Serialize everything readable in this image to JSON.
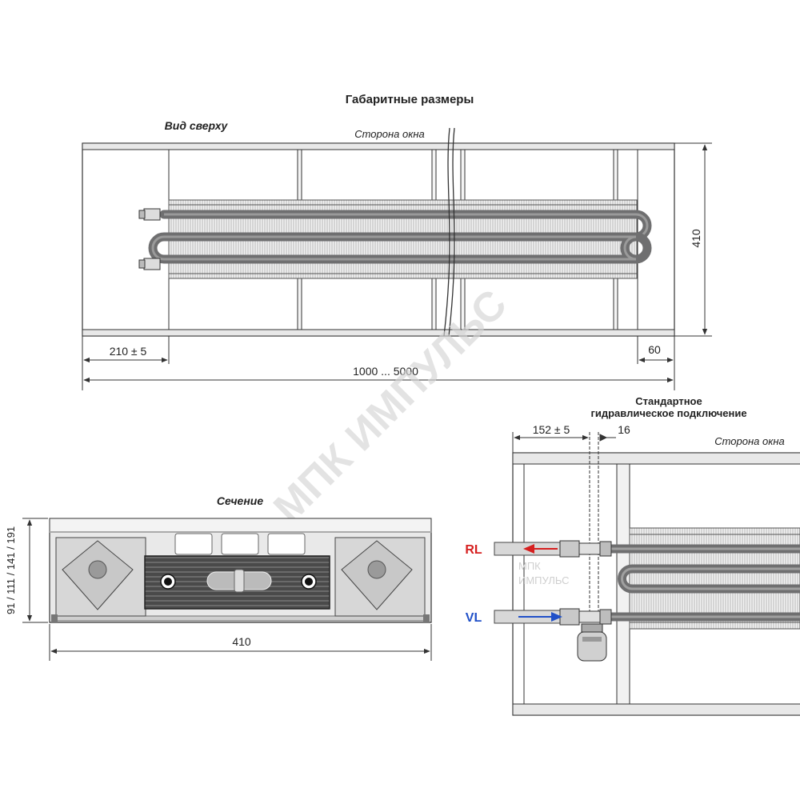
{
  "title": "Габаритные размеры",
  "top_view": {
    "label": "Вид сверху",
    "window_side": "Сторона окна",
    "dim_height": "410",
    "dim_left": "210 ± 5",
    "dim_right": "60",
    "dim_length": "1000 ... 5000"
  },
  "section": {
    "label": "Сечение",
    "dim_heights": "91 / 111 / 141 / 191",
    "dim_width": "410"
  },
  "hydraulic": {
    "label_line1": "Стандартное",
    "label_line2": "гидравлическое подключение",
    "window_side": "Сторона окна",
    "dim_offset": "152 ± 5",
    "dim_small": "16",
    "rl": "RL",
    "vl": "VL"
  },
  "watermark": {
    "main": "МПК ИМПУЛЬС",
    "logo_line1": "МПК",
    "logo_line2": "ИМПУЛЬС"
  },
  "colors": {
    "line": "#333333",
    "frame_fill": "#e6e6e6",
    "pipe": "#6f6f70",
    "fins": "#c8c8c8",
    "rl_arrow": "#d62020",
    "vl_arrow": "#2050c8",
    "watermark": "#d0d0d0"
  }
}
